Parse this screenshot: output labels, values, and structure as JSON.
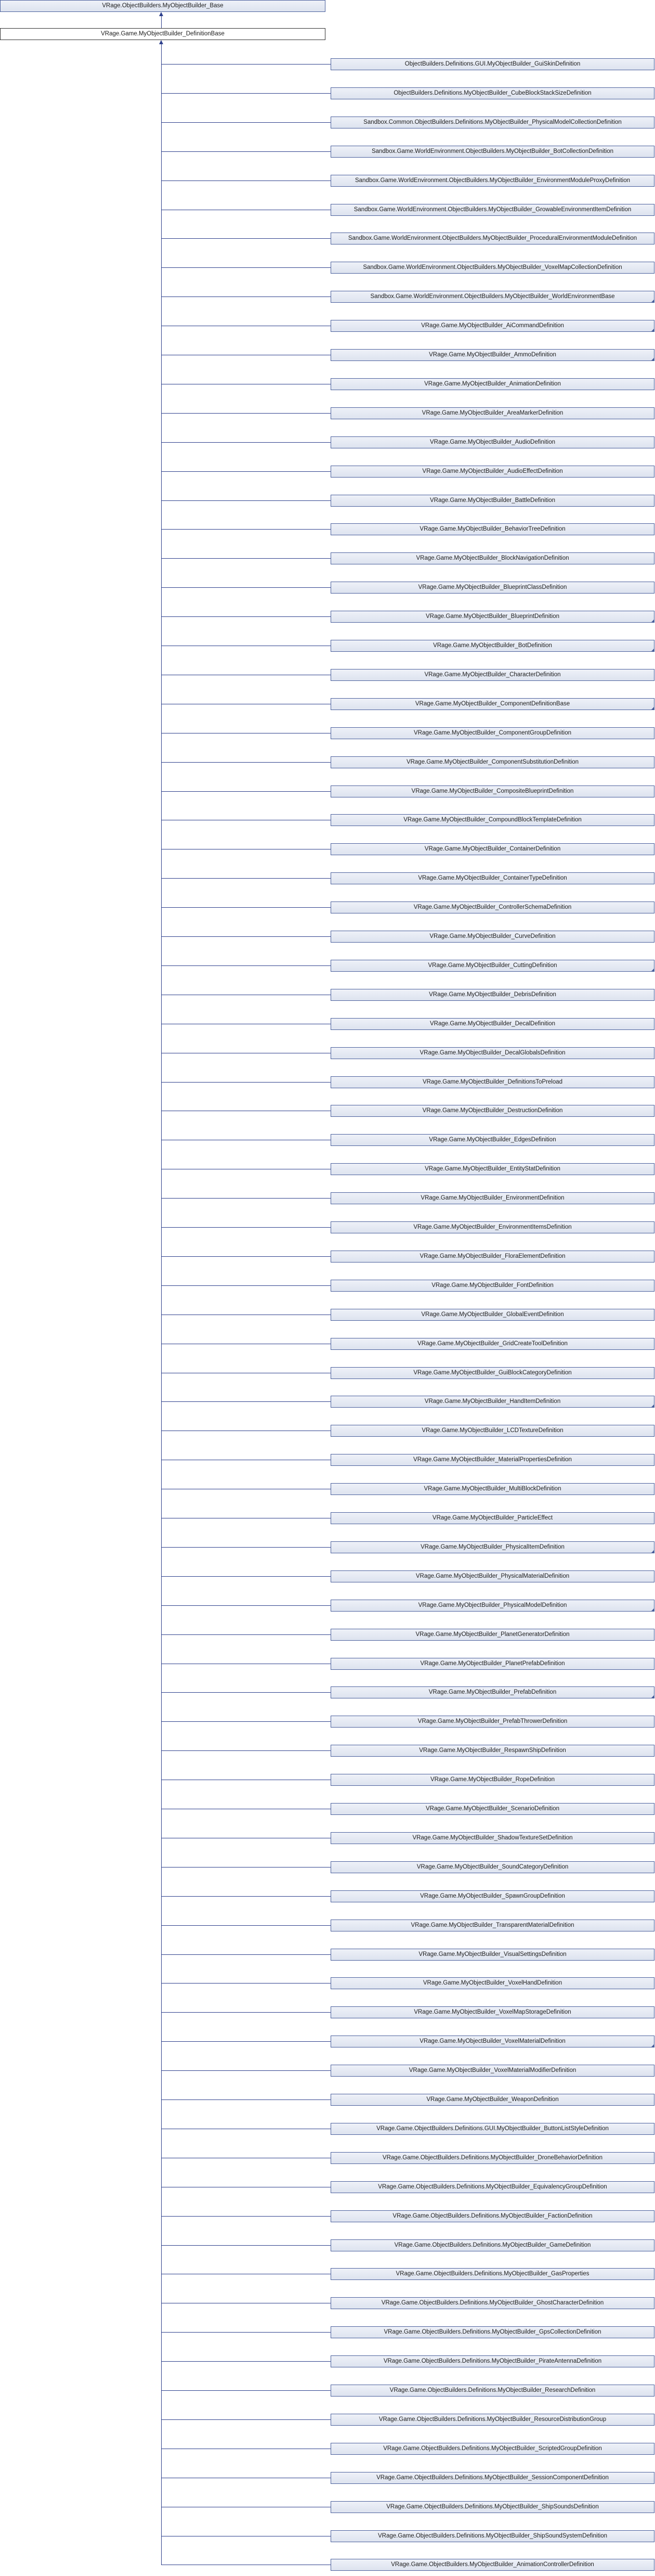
{
  "base_class": "VRage.ObjectBuilders.MyObjectBuilder_Base",
  "selected_class": "VRage.Game.MyObjectBuilder_DefinitionBase",
  "derived_classes": [
    {
      "label": "ObjectBuilders.Definitions.GUI.MyObjectBuilder_GuiSkinDefinition",
      "more": false
    },
    {
      "label": "ObjectBuilders.Definitions.MyObjectBuilder_CubeBlockStackSizeDefinition",
      "more": false
    },
    {
      "label": "Sandbox.Common.ObjectBuilders.Definitions.MyObjectBuilder_PhysicalModelCollectionDefinition",
      "more": false
    },
    {
      "label": "Sandbox.Game.WorldEnvironment.ObjectBuilders.MyObjectBuilder_BotCollectionDefinition",
      "more": false
    },
    {
      "label": "Sandbox.Game.WorldEnvironment.ObjectBuilders.MyObjectBuilder_EnvironmentModuleProxyDefinition",
      "more": false
    },
    {
      "label": "Sandbox.Game.WorldEnvironment.ObjectBuilders.MyObjectBuilder_GrowableEnvironmentItemDefinition",
      "more": false
    },
    {
      "label": "Sandbox.Game.WorldEnvironment.ObjectBuilders.MyObjectBuilder_ProceduralEnvironmentModuleDefinition",
      "more": false
    },
    {
      "label": "Sandbox.Game.WorldEnvironment.ObjectBuilders.MyObjectBuilder_VoxelMapCollectionDefinition",
      "more": false
    },
    {
      "label": "Sandbox.Game.WorldEnvironment.ObjectBuilders.MyObjectBuilder_WorldEnvironmentBase",
      "more": true
    },
    {
      "label": "VRage.Game.MyObjectBuilder_AiCommandDefinition",
      "more": true
    },
    {
      "label": "VRage.Game.MyObjectBuilder_AmmoDefinition",
      "more": true
    },
    {
      "label": "VRage.Game.MyObjectBuilder_AnimationDefinition",
      "more": false
    },
    {
      "label": "VRage.Game.MyObjectBuilder_AreaMarkerDefinition",
      "more": false
    },
    {
      "label": "VRage.Game.MyObjectBuilder_AudioDefinition",
      "more": false
    },
    {
      "label": "VRage.Game.MyObjectBuilder_AudioEffectDefinition",
      "more": false
    },
    {
      "label": "VRage.Game.MyObjectBuilder_BattleDefinition",
      "more": false
    },
    {
      "label": "VRage.Game.MyObjectBuilder_BehaviorTreeDefinition",
      "more": false
    },
    {
      "label": "VRage.Game.MyObjectBuilder_BlockNavigationDefinition",
      "more": false
    },
    {
      "label": "VRage.Game.MyObjectBuilder_BlueprintClassDefinition",
      "more": false
    },
    {
      "label": "VRage.Game.MyObjectBuilder_BlueprintDefinition",
      "more": true
    },
    {
      "label": "VRage.Game.MyObjectBuilder_BotDefinition",
      "more": true
    },
    {
      "label": "VRage.Game.MyObjectBuilder_CharacterDefinition",
      "more": false
    },
    {
      "label": "VRage.Game.MyObjectBuilder_ComponentDefinitionBase",
      "more": true
    },
    {
      "label": "VRage.Game.MyObjectBuilder_ComponentGroupDefinition",
      "more": false
    },
    {
      "label": "VRage.Game.MyObjectBuilder_ComponentSubstitutionDefinition",
      "more": false
    },
    {
      "label": "VRage.Game.MyObjectBuilder_CompositeBlueprintDefinition",
      "more": false
    },
    {
      "label": "VRage.Game.MyObjectBuilder_CompoundBlockTemplateDefinition",
      "more": false
    },
    {
      "label": "VRage.Game.MyObjectBuilder_ContainerDefinition",
      "more": false
    },
    {
      "label": "VRage.Game.MyObjectBuilder_ContainerTypeDefinition",
      "more": false
    },
    {
      "label": "VRage.Game.MyObjectBuilder_ControllerSchemaDefinition",
      "more": false
    },
    {
      "label": "VRage.Game.MyObjectBuilder_CurveDefinition",
      "more": false
    },
    {
      "label": "VRage.Game.MyObjectBuilder_CuttingDefinition",
      "more": true
    },
    {
      "label": "VRage.Game.MyObjectBuilder_DebrisDefinition",
      "more": false
    },
    {
      "label": "VRage.Game.MyObjectBuilder_DecalDefinition",
      "more": false
    },
    {
      "label": "VRage.Game.MyObjectBuilder_DecalGlobalsDefinition",
      "more": false
    },
    {
      "label": "VRage.Game.MyObjectBuilder_DefinitionsToPreload",
      "more": false
    },
    {
      "label": "VRage.Game.MyObjectBuilder_DestructionDefinition",
      "more": false
    },
    {
      "label": "VRage.Game.MyObjectBuilder_EdgesDefinition",
      "more": false
    },
    {
      "label": "VRage.Game.MyObjectBuilder_EntityStatDefinition",
      "more": false
    },
    {
      "label": "VRage.Game.MyObjectBuilder_EnvironmentDefinition",
      "more": false
    },
    {
      "label": "VRage.Game.MyObjectBuilder_EnvironmentItemsDefinition",
      "more": false
    },
    {
      "label": "VRage.Game.MyObjectBuilder_FloraElementDefinition",
      "more": false
    },
    {
      "label": "VRage.Game.MyObjectBuilder_FontDefinition",
      "more": false
    },
    {
      "label": "VRage.Game.MyObjectBuilder_GlobalEventDefinition",
      "more": false
    },
    {
      "label": "VRage.Game.MyObjectBuilder_GridCreateToolDefinition",
      "more": false
    },
    {
      "label": "VRage.Game.MyObjectBuilder_GuiBlockCategoryDefinition",
      "more": false
    },
    {
      "label": "VRage.Game.MyObjectBuilder_HandItemDefinition",
      "more": true
    },
    {
      "label": "VRage.Game.MyObjectBuilder_LCDTextureDefinition",
      "more": false
    },
    {
      "label": "VRage.Game.MyObjectBuilder_MaterialPropertiesDefinition",
      "more": false
    },
    {
      "label": "VRage.Game.MyObjectBuilder_MultiBlockDefinition",
      "more": false
    },
    {
      "label": "VRage.Game.MyObjectBuilder_ParticleEffect",
      "more": false
    },
    {
      "label": "VRage.Game.MyObjectBuilder_PhysicalItemDefinition",
      "more": true
    },
    {
      "label": "VRage.Game.MyObjectBuilder_PhysicalMaterialDefinition",
      "more": false
    },
    {
      "label": "VRage.Game.MyObjectBuilder_PhysicalModelDefinition",
      "more": true
    },
    {
      "label": "VRage.Game.MyObjectBuilder_PlanetGeneratorDefinition",
      "more": false
    },
    {
      "label": "VRage.Game.MyObjectBuilder_PlanetPrefabDefinition",
      "more": false
    },
    {
      "label": "VRage.Game.MyObjectBuilder_PrefabDefinition",
      "more": true
    },
    {
      "label": "VRage.Game.MyObjectBuilder_PrefabThrowerDefinition",
      "more": false
    },
    {
      "label": "VRage.Game.MyObjectBuilder_RespawnShipDefinition",
      "more": false
    },
    {
      "label": "VRage.Game.MyObjectBuilder_RopeDefinition",
      "more": false
    },
    {
      "label": "VRage.Game.MyObjectBuilder_ScenarioDefinition",
      "more": false
    },
    {
      "label": "VRage.Game.MyObjectBuilder_ShadowTextureSetDefinition",
      "more": false
    },
    {
      "label": "VRage.Game.MyObjectBuilder_SoundCategoryDefinition",
      "more": false
    },
    {
      "label": "VRage.Game.MyObjectBuilder_SpawnGroupDefinition",
      "more": false
    },
    {
      "label": "VRage.Game.MyObjectBuilder_TransparentMaterialDefinition",
      "more": false
    },
    {
      "label": "VRage.Game.MyObjectBuilder_VisualSettingsDefinition",
      "more": false
    },
    {
      "label": "VRage.Game.MyObjectBuilder_VoxelHandDefinition",
      "more": false
    },
    {
      "label": "VRage.Game.MyObjectBuilder_VoxelMapStorageDefinition",
      "more": false
    },
    {
      "label": "VRage.Game.MyObjectBuilder_VoxelMaterialDefinition",
      "more": true
    },
    {
      "label": "VRage.Game.MyObjectBuilder_VoxelMaterialModifierDefinition",
      "more": false
    },
    {
      "label": "VRage.Game.MyObjectBuilder_WeaponDefinition",
      "more": false
    },
    {
      "label": "VRage.Game.ObjectBuilders.Definitions.GUI.MyObjectBuilder_ButtonListStyleDefinition",
      "more": false
    },
    {
      "label": "VRage.Game.ObjectBuilders.Definitions.MyObjectBuilder_DroneBehaviorDefinition",
      "more": false
    },
    {
      "label": "VRage.Game.ObjectBuilders.Definitions.MyObjectBuilder_EquivalencyGroupDefinition",
      "more": false
    },
    {
      "label": "VRage.Game.ObjectBuilders.Definitions.MyObjectBuilder_FactionDefinition",
      "more": false
    },
    {
      "label": "VRage.Game.ObjectBuilders.Definitions.MyObjectBuilder_GameDefinition",
      "more": false
    },
    {
      "label": "VRage.Game.ObjectBuilders.Definitions.MyObjectBuilder_GasProperties",
      "more": false
    },
    {
      "label": "VRage.Game.ObjectBuilders.Definitions.MyObjectBuilder_GhostCharacterDefinition",
      "more": false
    },
    {
      "label": "VRage.Game.ObjectBuilders.Definitions.MyObjectBuilder_GpsCollectionDefinition",
      "more": false
    },
    {
      "label": "VRage.Game.ObjectBuilders.Definitions.MyObjectBuilder_PirateAntennaDefinition",
      "more": false
    },
    {
      "label": "VRage.Game.ObjectBuilders.Definitions.MyObjectBuilder_ResearchDefinition",
      "more": false
    },
    {
      "label": "VRage.Game.ObjectBuilders.Definitions.MyObjectBuilder_ResourceDistributionGroup",
      "more": false
    },
    {
      "label": "VRage.Game.ObjectBuilders.Definitions.MyObjectBuilder_ScriptedGroupDefinition",
      "more": false
    },
    {
      "label": "VRage.Game.ObjectBuilders.Definitions.MyObjectBuilder_SessionComponentDefinition",
      "more": false
    },
    {
      "label": "VRage.Game.ObjectBuilders.Definitions.MyObjectBuilder_ShipSoundsDefinition",
      "more": false
    },
    {
      "label": "VRage.Game.ObjectBuilders.Definitions.MyObjectBuilder_ShipSoundSystemDefinition",
      "more": false
    },
    {
      "label": "VRage.Game.ObjectBuilders.MyObjectBuilder_AnimationControllerDefinition",
      "more": false
    }
  ],
  "colors": {
    "edge": "#2d3f8c",
    "node_border": "#4a5f9c",
    "node_fill": "#e6eaf4"
  }
}
